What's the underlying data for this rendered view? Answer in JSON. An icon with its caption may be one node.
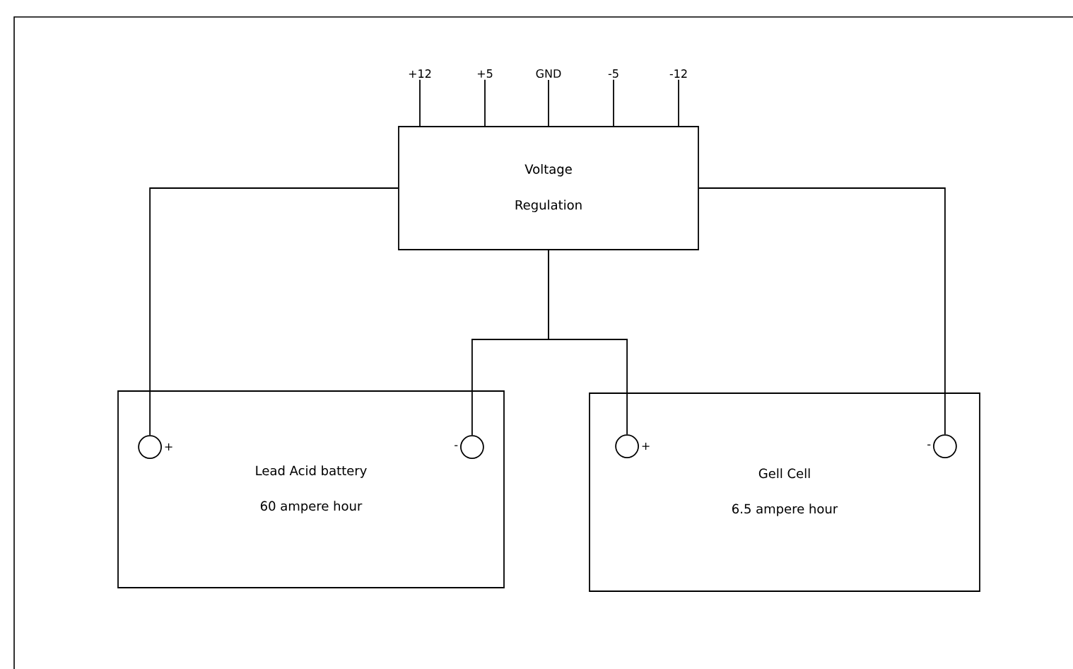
{
  "diagram": {
    "nodes": [
      {
        "text": [
          "Voltage Regulation"
        ]
      },
      {
        "text": [
          "Lead Acid battery",
          "60 ampere hour"
        ]
      },
      {
        "text": [
          "Gell Cell",
          "6.5 ampere hour"
        ]
      },
      {
        "text": [],
        "shape": "circle",
        "in": 1,
        "beside": [
          "+"
        ]
      },
      {
        "text": [],
        "shape": "circle",
        "in": 1,
        "beside": [
          "-"
        ]
      },
      {
        "text": [],
        "shape": "circle",
        "in": 2,
        "beside": [
          "+"
        ]
      },
      {
        "text": [],
        "shape": "circle",
        "in": 2,
        "beside": [
          "-"
        ]
      },
      {
        "text": [
          "+12"
        ]
      },
      {
        "text": [
          "+5"
        ]
      },
      {
        "text": [
          "GND"
        ]
      },
      {
        "text": [
          "-5"
        ]
      },
      {
        "text": [
          "-12"
        ]
      }
    ],
    "edges": [
      {
        "from": 0,
        "to": 3,
        "arrow": "none"
      },
      {
        "from": 0,
        "to": 4,
        "arrow": "none"
      },
      {
        "from": 0,
        "to": 5,
        "arrow": "none"
      },
      {
        "from": 0,
        "to": 6,
        "arrow": "none"
      },
      {
        "from": 0,
        "to": 7,
        "arrow": "none"
      },
      {
        "from": 0,
        "to": 8,
        "arrow": "none"
      },
      {
        "from": 0,
        "to": 9,
        "arrow": "none"
      },
      {
        "from": 0,
        "to": 10,
        "arrow": "none"
      },
      {
        "from": 0,
        "to": 11,
        "arrow": "none"
      }
    ]
  }
}
